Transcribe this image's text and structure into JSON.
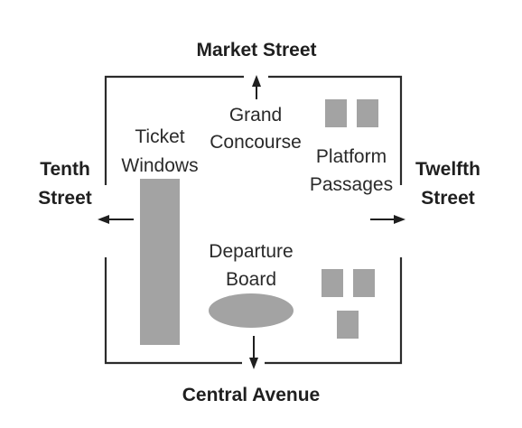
{
  "streets": {
    "north": "Market Street",
    "south": "Central Avenue",
    "west_line1": "Tenth",
    "west_line2": "Street",
    "east_line1": "Twelfth",
    "east_line2": "Street"
  },
  "areas": {
    "grand_concourse_line1": "Grand",
    "grand_concourse_line2": "Concourse",
    "ticket_windows_line1": "Ticket",
    "ticket_windows_line2": "Windows",
    "platform_passages_line1": "Platform",
    "platform_passages_line2": "Passages",
    "departure_board_line1": "Departure",
    "departure_board_line2": "Board"
  },
  "colors": {
    "feature_fill": "#a3a3a3",
    "wall": "#2b2b2b",
    "text": "#1f1f1f"
  }
}
